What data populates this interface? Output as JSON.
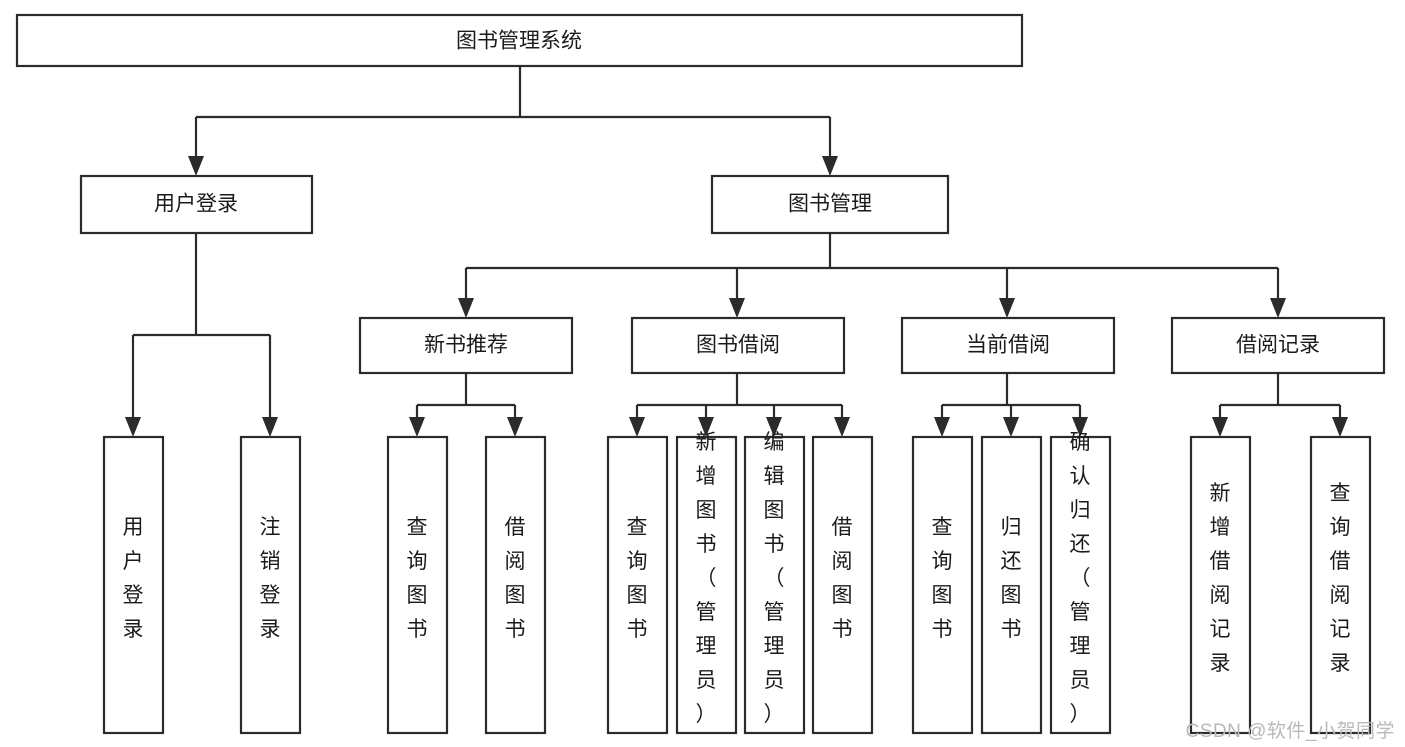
{
  "diagram": {
    "title": "图书管理系统",
    "type": "tree-hierarchy",
    "orientation": "top-down",
    "colors": {
      "box_stroke": "#2b2b2b",
      "box_fill": "#ffffff",
      "connector": "#2b2b2b",
      "text": "#1b1b1b",
      "background": "#ffffff",
      "watermark": "#b9b9b9"
    }
  },
  "watermark": {
    "text": "CSDN @软件_小贺同学"
  },
  "nodes": {
    "root": {
      "label": "图书管理系统",
      "level": 1
    },
    "l2": [
      {
        "id": "user-login",
        "label": "用户登录",
        "level": 2
      },
      {
        "id": "book-manage",
        "label": "图书管理",
        "level": 2
      }
    ],
    "l3": [
      {
        "id": "new-book-recommend",
        "label": "新书推荐",
        "level": 3,
        "parent": "book-manage"
      },
      {
        "id": "book-borrow",
        "label": "图书借阅",
        "level": 3,
        "parent": "book-manage"
      },
      {
        "id": "current-borrow",
        "label": "当前借阅",
        "level": 3,
        "parent": "book-manage"
      },
      {
        "id": "borrow-record",
        "label": "借阅记录",
        "level": 3,
        "parent": "book-manage"
      }
    ],
    "leaves": [
      {
        "id": "leaf-user-login",
        "label": "用户登录",
        "parent": "user-login"
      },
      {
        "id": "leaf-logout-login",
        "label": "注销登录",
        "parent": "user-login"
      },
      {
        "id": "leaf-query-book-rec",
        "label": "查询图书",
        "parent": "new-book-recommend"
      },
      {
        "id": "leaf-borrow-book-rec",
        "label": "借阅图书",
        "parent": "new-book-recommend"
      },
      {
        "id": "leaf-query-book-borrow",
        "label": "查询图书",
        "parent": "book-borrow"
      },
      {
        "id": "leaf-add-book-admin",
        "label": "新增图书（管理员）",
        "parent": "book-borrow"
      },
      {
        "id": "leaf-edit-book-admin",
        "label": "编辑图书（管理员）",
        "parent": "book-borrow"
      },
      {
        "id": "leaf-borrow-book",
        "label": "借阅图书",
        "parent": "book-borrow"
      },
      {
        "id": "leaf-query-book-current",
        "label": "查询图书",
        "parent": "current-borrow"
      },
      {
        "id": "leaf-return-book",
        "label": "归还图书",
        "parent": "current-borrow"
      },
      {
        "id": "leaf-confirm-return-admin",
        "label": "确认归还（管理员）",
        "parent": "current-borrow"
      },
      {
        "id": "leaf-add-borrow-record",
        "label": "新增借阅记录",
        "parent": "borrow-record"
      },
      {
        "id": "leaf-query-borrow-record",
        "label": "查询借阅记录",
        "parent": "borrow-record"
      }
    ]
  }
}
